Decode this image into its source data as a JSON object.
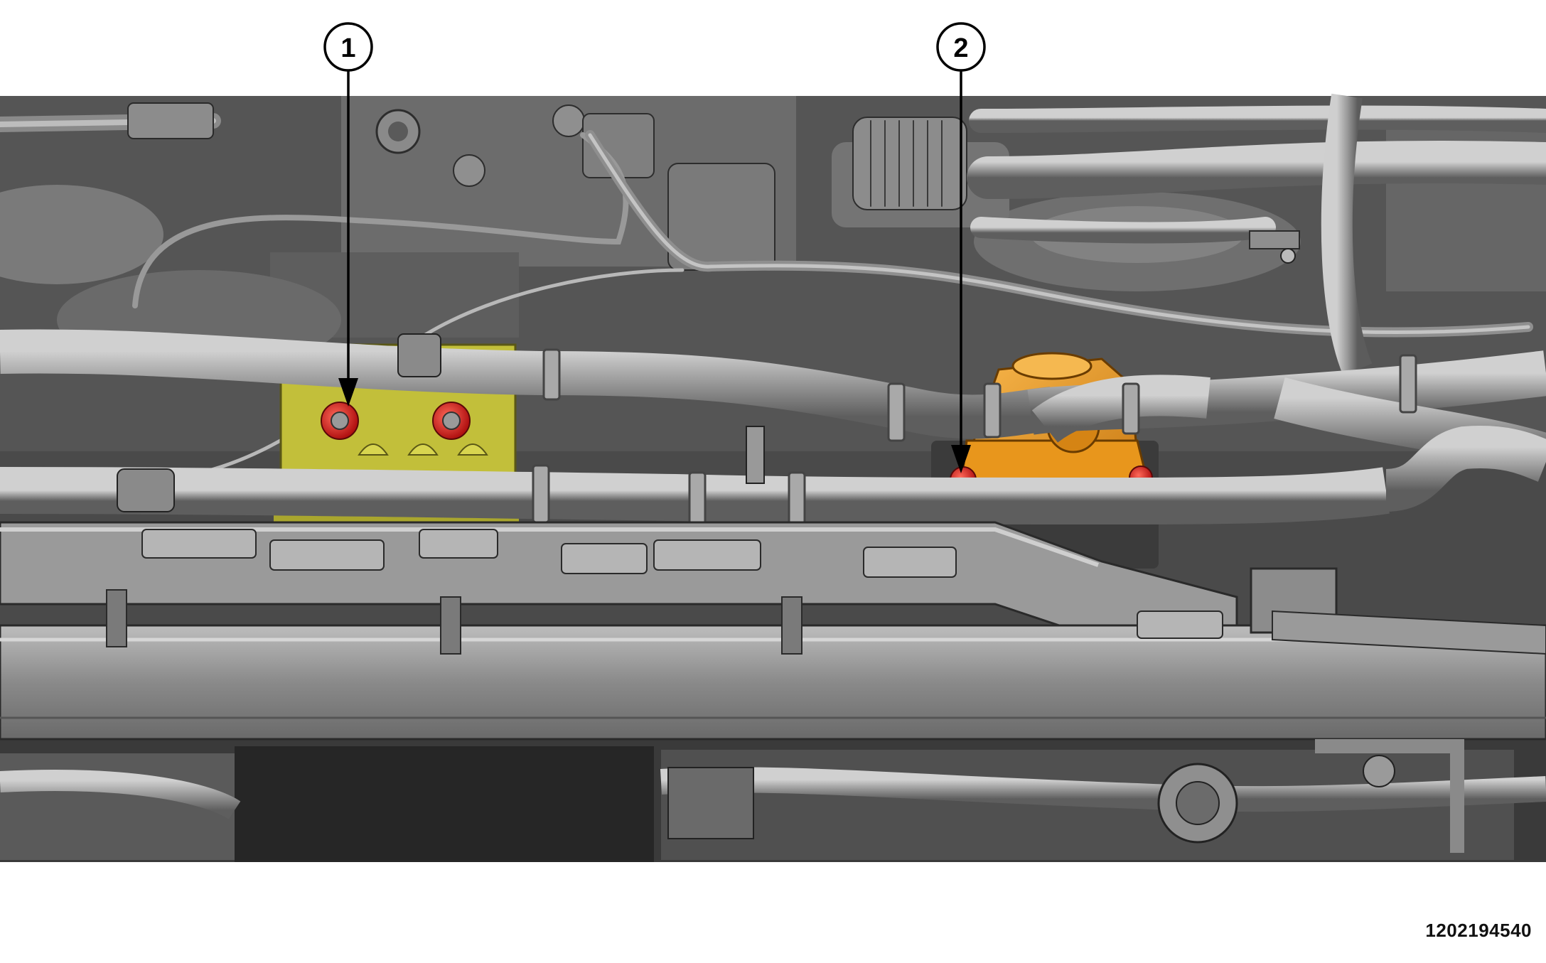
{
  "callouts": [
    {
      "id": "1",
      "label": "1"
    },
    {
      "id": "2",
      "label": "2"
    }
  ],
  "figure_id": "1202194540",
  "colors": {
    "background": "#ffffff",
    "engine_bay_dark": "#3f3f3f",
    "engine_bay_mid": "#6e6e6e",
    "hose": "#9a9a9a",
    "hose_highlight": "#c8c8c8",
    "bracket_highlight": "#c7c437",
    "component_highlight": "#f0a020",
    "fastener_highlight": "#e0201e",
    "callout_stroke": "#000000"
  }
}
